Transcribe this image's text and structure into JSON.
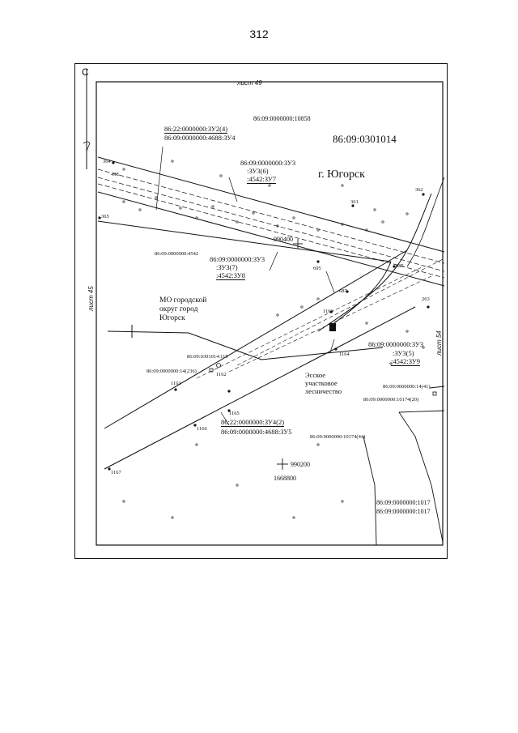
{
  "page_number": "312",
  "compass": {
    "north_letter": "С"
  },
  "sheet_refs": {
    "top": "лист 49",
    "left": "лист 45",
    "right": "лист 54"
  },
  "quarters": {
    "main": "86:09:0301014"
  },
  "city": "г. Югорск",
  "parcels": {
    "p10858": "86:09:0000000:10858",
    "p4542": "86:09:0000000:4542",
    "p115": "86:09:0301014:115",
    "p14_236": "86:09:0000000:14(236)",
    "p14_41": "86:09:0000000:14(41)",
    "p10174_20": "86:09:0000000:10174(20)",
    "p10174_44": "86:09:0000000:10174(44)",
    "p1017a": "86:09:0000000:1017",
    "p1017b": "86:09:0000000:1017"
  },
  "zu_labels": {
    "zu2_4_a": "86:22:0000000:ЗУ2(4)",
    "zu2_4_b": "86:09:0000000:4688:ЗУ4",
    "zu3_6_a": "86:09:0000000:ЗУ3",
    "zu3_6_b": ":ЗУ3(6)",
    "zu3_6_c": ":4542:ЗУ7",
    "zu3_7_a": "86:09:0000000:ЗУ3",
    "zu3_7_b": ":ЗУ3(7)",
    "zu3_7_c": ":4542:ЗУ8",
    "zu3_5_a": "86:09:0000000:ЗУ3",
    "zu3_5_b": ":ЗУ3(5)",
    "zu3_5_c": ":4542:ЗУ9",
    "zu4_2_a": "86:22:0000000:ЗУ4(2)",
    "zu4_2_b": "86:09:0000000:4688:ЗУ5"
  },
  "admin": {
    "mo_line1": "МО городской",
    "mo_line2": "округ город",
    "mo_line3": "Югорск",
    "forest_line1": "Эсское",
    "forest_line2": "участковое",
    "forest_line3": "лесничество"
  },
  "coords": {
    "c990400": "990400",
    "c990200": "990200",
    "c1668800": "1668800"
  },
  "points": {
    "p364": "364",
    "p498": "498",
    "p365": "365",
    "p361": "361",
    "p362": "362",
    "p685": "685",
    "p695": "695",
    "p687": "687",
    "p263": "263",
    "p1163": "1163",
    "p1164": "1164",
    "p1161": "1161",
    "p1162": "1162",
    "p1165": "1165",
    "p1166": "1166",
    "p1167": "1167"
  }
}
